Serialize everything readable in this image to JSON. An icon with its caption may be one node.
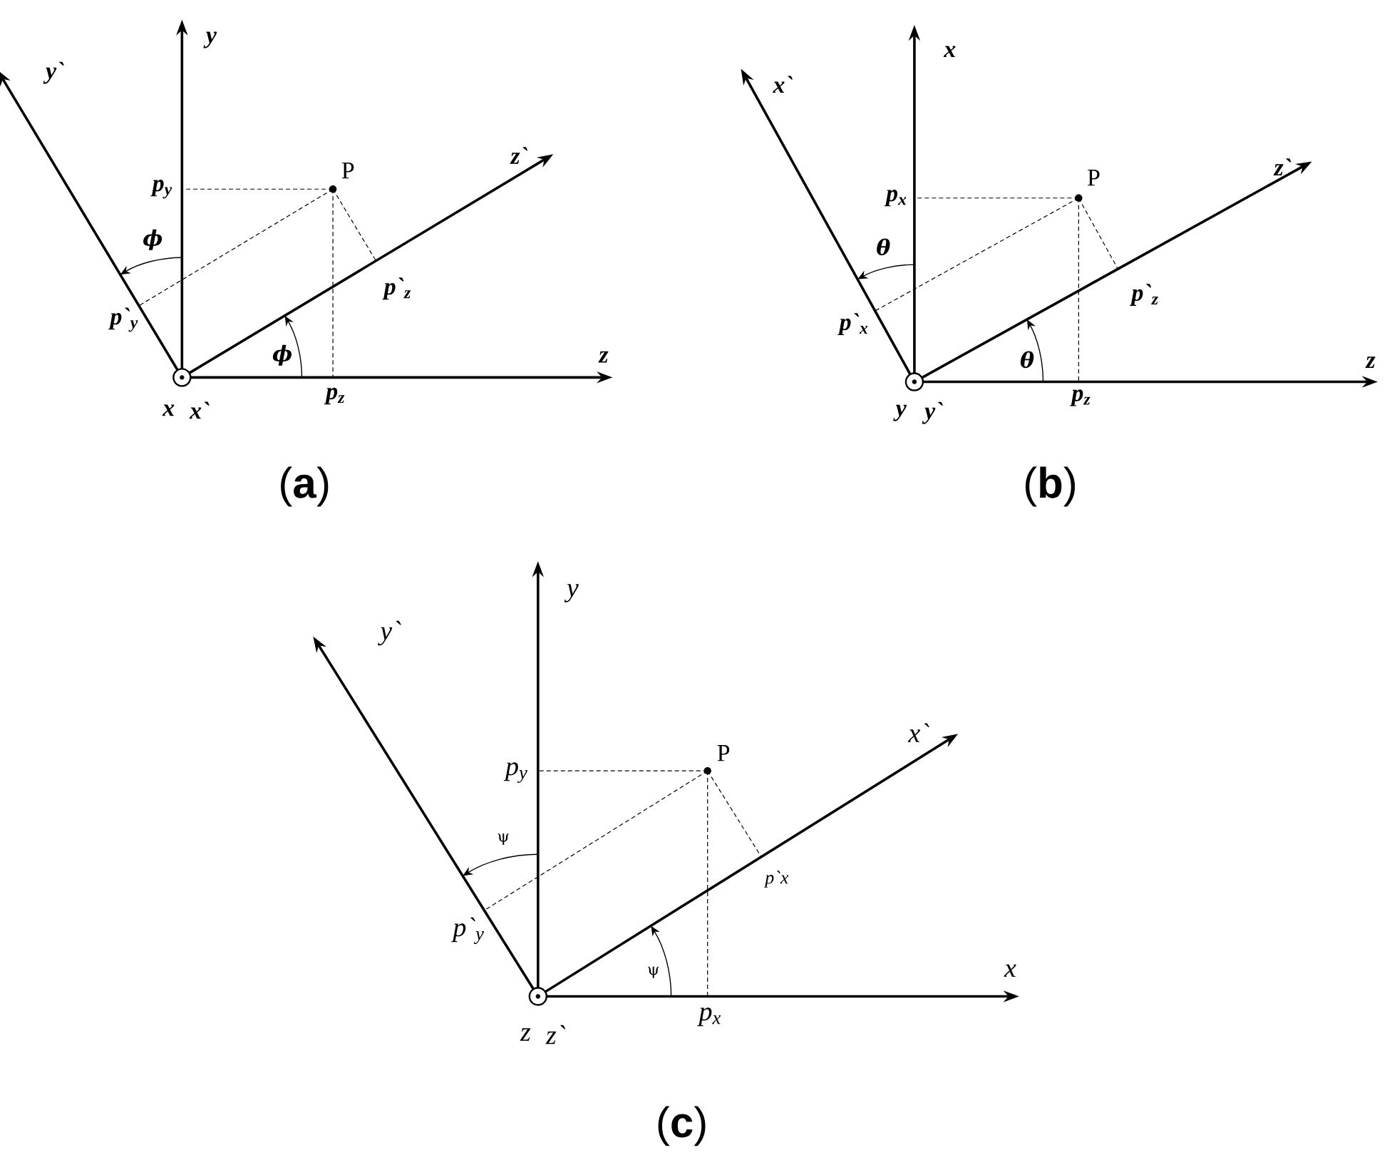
{
  "diagram": {
    "labels": [
      "y`",
      "y",
      "P",
      "z`",
      "p$_{y}$",
      "ϕ",
      "p`$_{z}$",
      "p`$_{y}$",
      "ϕ",
      "z",
      "x",
      "x`",
      "p$_{z}$",
      "(**a**)",
      "x`",
      "x",
      "P",
      "z`",
      "p$_{x}$",
      "θ",
      "p`$_{z}$",
      "p`$_{x}$",
      "θ",
      "z",
      "y",
      "y`",
      "p$_{z}$",
      "(**b**)",
      "y",
      "y`",
      "P",
      "x`",
      "p$_{y}$",
      "ψ",
      "p`x",
      "p`$_{y}$",
      "ψ",
      "x",
      "z",
      "z`",
      "p$_{x}$",
      "(**c**)"
    ]
  }
}
